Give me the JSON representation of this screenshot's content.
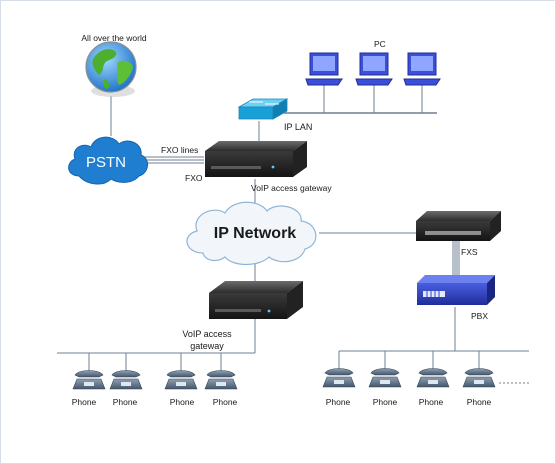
{
  "labels": {
    "world": "All over the world",
    "pc": "PC",
    "ip_lan": "IP LAN",
    "pstn": "PSTN",
    "fxo_lines": "FXO lines",
    "fxo": "FXO",
    "voip_gateway_top": "VoIP access gateway",
    "ip_network": "IP Network",
    "fxs": "FXS",
    "pbx": "PBX",
    "voip_gateway_bottom_line1": "VoIP access",
    "voip_gateway_bottom_line2": "gateway"
  },
  "left_phones": [
    "Phone",
    "Phone",
    "Phone",
    "Phone"
  ],
  "right_phones": [
    "Phone",
    "Phone",
    "Phone",
    "Phone"
  ],
  "colors": {
    "line": "#6f7f90",
    "cloud_pstn": "#1f7ed0",
    "cloud_ip": "#f2f6fb",
    "pbx": "#2d3fbf",
    "pc": "#3c4fd8",
    "switch": "#1aa0d8"
  }
}
